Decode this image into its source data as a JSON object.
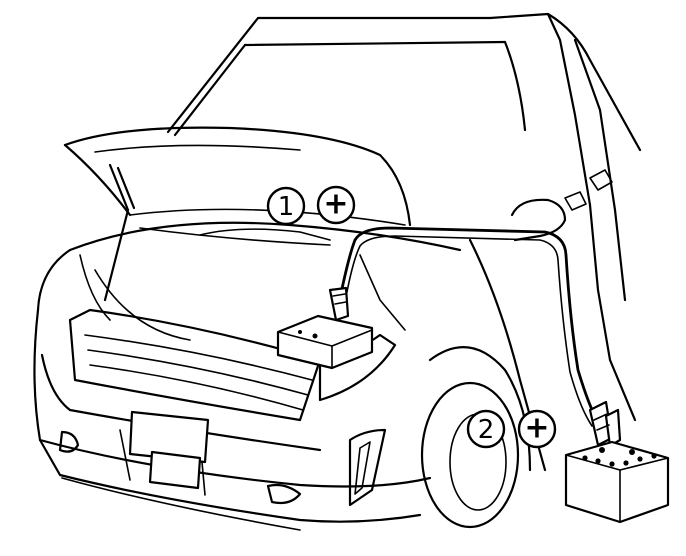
{
  "markers": [
    {
      "id": "step-1",
      "number": "1",
      "polarity": "+"
    },
    {
      "id": "step-2",
      "number": "2",
      "polarity": "+"
    }
  ],
  "icons": [
    "vehicle-with-open-hood",
    "engine-battery",
    "booster-battery",
    "jumper-cable",
    "cable-clamp"
  ]
}
